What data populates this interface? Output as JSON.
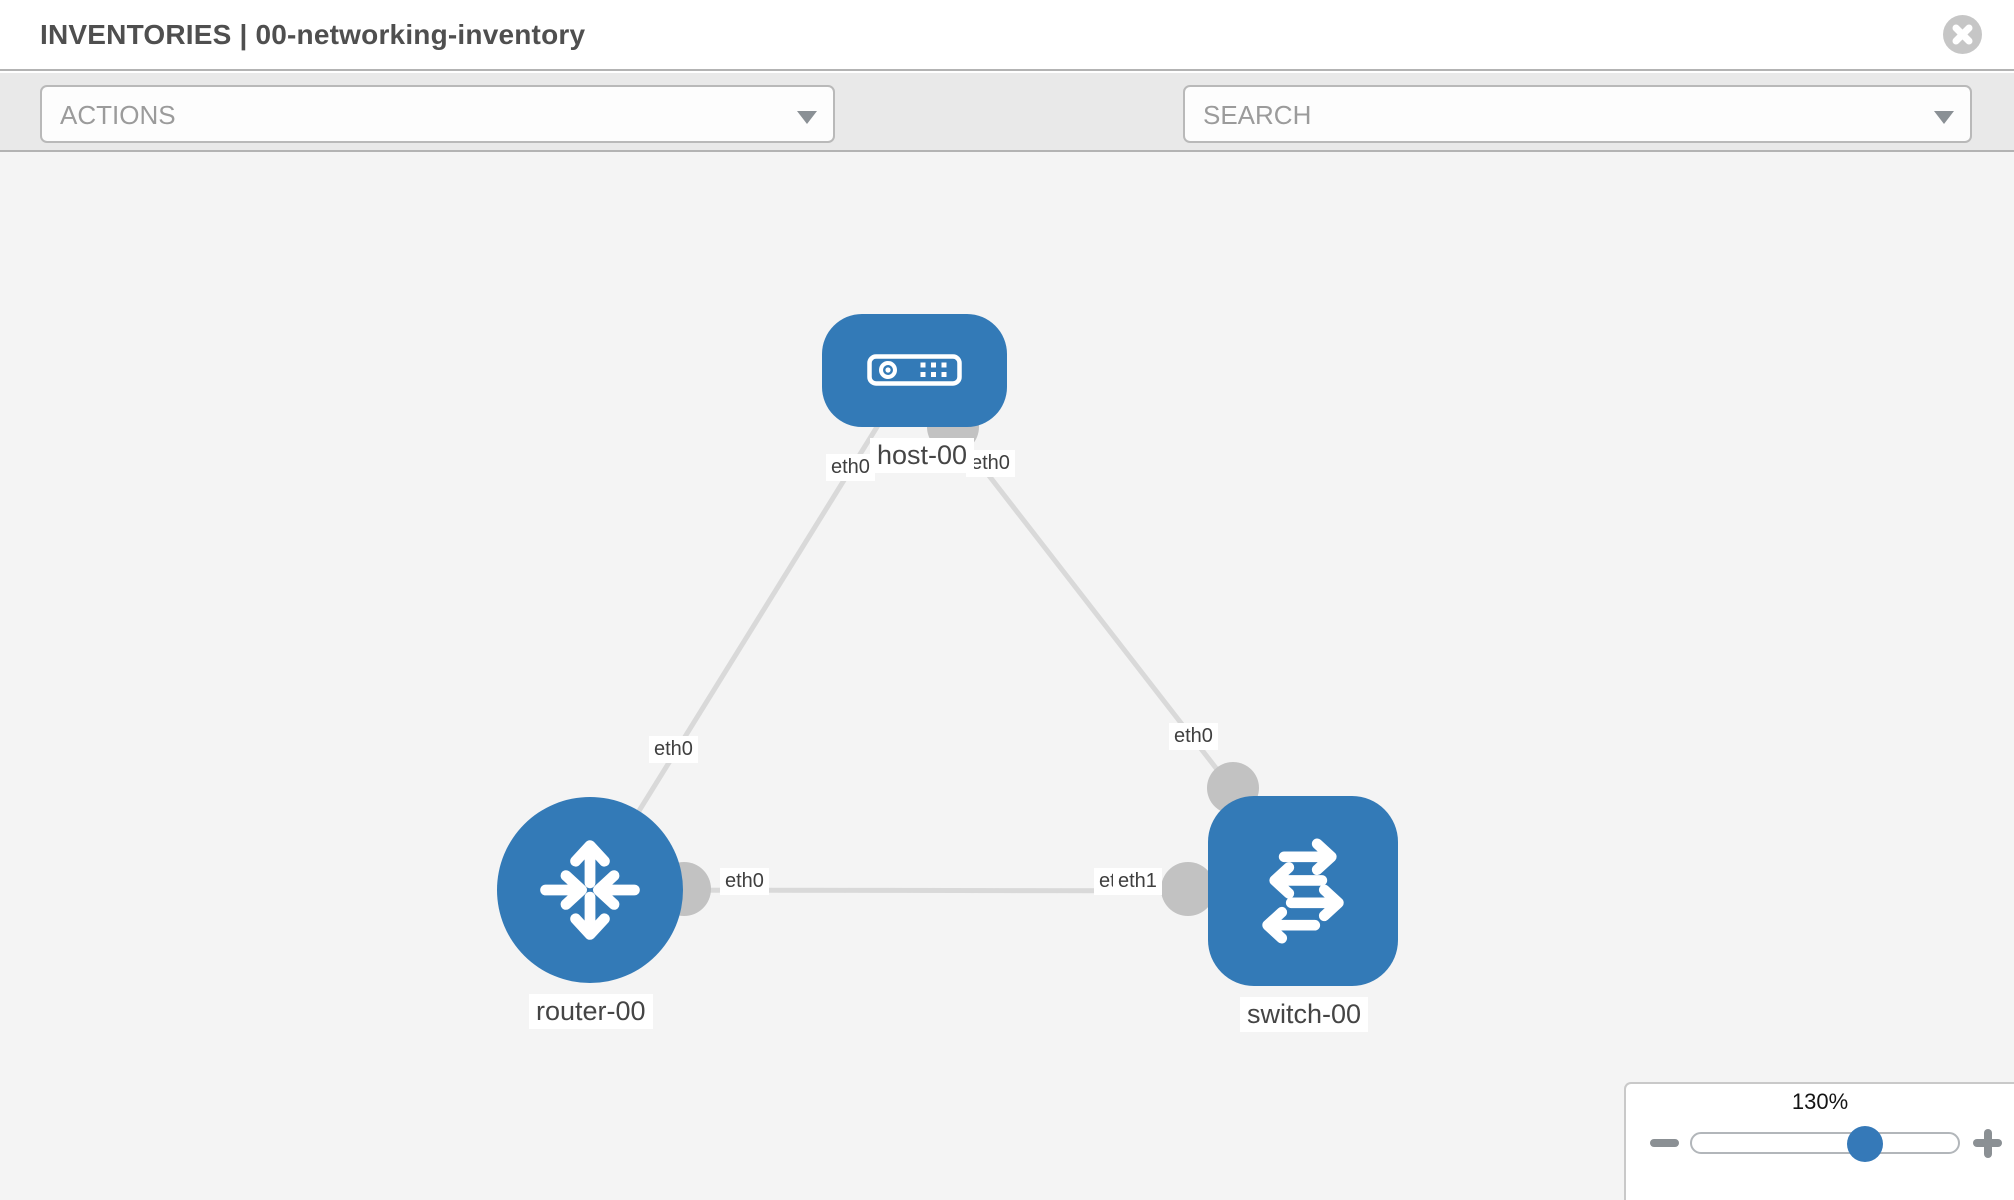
{
  "header": {
    "title": "INVENTORIES | 00-networking-inventory"
  },
  "toolbar": {
    "actions": {
      "label": "ACTIONS"
    },
    "tools": [
      {
        "icon": "wrench-icon"
      },
      {
        "icon": "key-icon"
      }
    ],
    "search": {
      "placeholder": "SEARCH"
    }
  },
  "topology": {
    "nodes": [
      {
        "name": "host-00",
        "type": "host"
      },
      {
        "name": "router-00",
        "type": "router"
      },
      {
        "name": "switch-00",
        "type": "switch"
      }
    ],
    "links": [
      {
        "source": "router-00",
        "source_interface": "eth0",
        "target": "host-00",
        "target_interface": "eth0"
      },
      {
        "source": "switch-00",
        "source_interface": "eth0",
        "target": "host-00",
        "target_interface": "eth0"
      },
      {
        "source": "router-00",
        "source_interface": "eth0",
        "target": "switch-00",
        "target_interface": "eth1"
      }
    ],
    "overlapped_label_under": "eth0"
  },
  "zoom_control": {
    "value": "130%",
    "percent": 130
  },
  "colors": {
    "node_blue": "#337ab7",
    "link_gray": "#d9d9d9",
    "port_gray": "#c2c2c2",
    "canvas_bg": "#f4f4f4",
    "toolbar_bg": "#e9e9e9",
    "slider_thumb_blue": "#3579b8"
  }
}
